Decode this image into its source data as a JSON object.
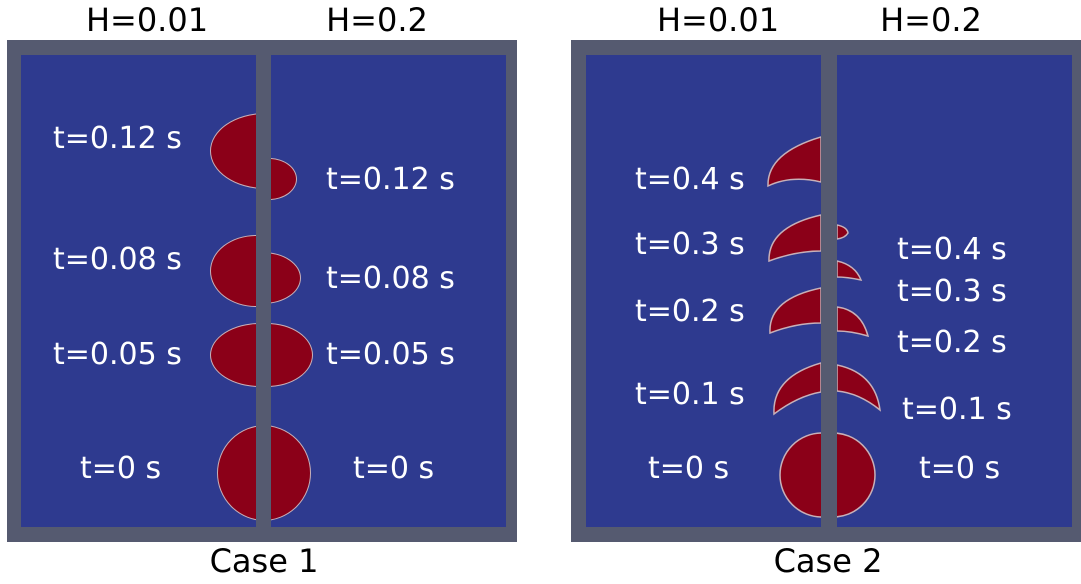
{
  "colors": {
    "frame": "#555a70",
    "fluid": "#2e3a8f",
    "drop": "#8b0018"
  },
  "case1": {
    "caption": "Case 1",
    "left_header": "H=0.01",
    "right_header": "H=0.2",
    "left_labels": [
      "t=0.12 s",
      "t=0.08 s",
      "t=0.05 s",
      "t=0 s"
    ],
    "right_labels": [
      "t=0.12 s",
      "t=0.08 s",
      "t=0.05 s",
      "t=0 s"
    ]
  },
  "case2": {
    "caption": "Case 2",
    "left_header": "H=0.01",
    "right_header": "H=0.2",
    "left_labels": [
      "t=0.4 s",
      "t=0.3 s",
      "t=0.2 s",
      "t=0.1 s",
      "t=0 s"
    ],
    "right_labels": [
      "t=0.4 s",
      "t=0.3 s",
      "t=0.2 s",
      "t=0.1 s",
      "t=0 s"
    ]
  }
}
